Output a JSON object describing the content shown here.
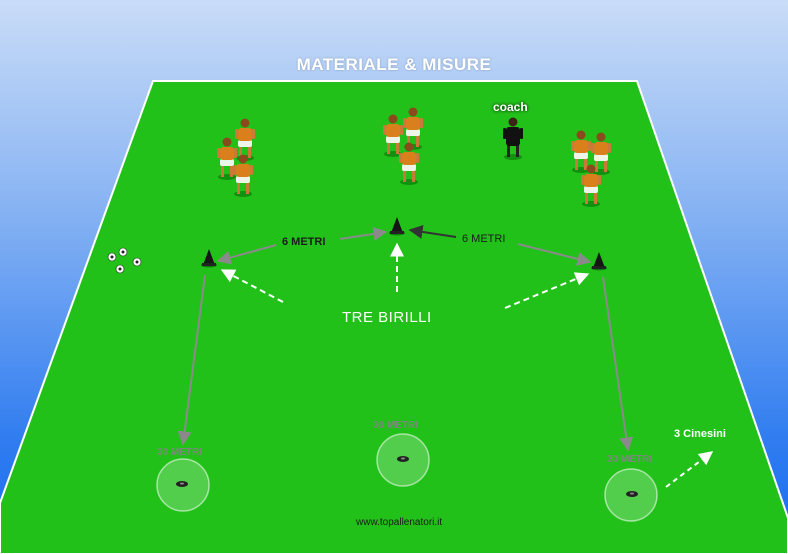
{
  "title": "MATERIALE  &  MISURE",
  "coach_label": "coach",
  "distance_left": "6 METRI",
  "distance_right": "6 METRI",
  "cones_label": "TRE  BIRILLI",
  "distance_30_left": "30 METRI",
  "distance_30_center": "30 METRI",
  "distance_30_right": "30 METRI",
  "markers_label": "3 Cinesini",
  "website": "www.topallenatori.it",
  "colors": {
    "field": "#22c11a",
    "field_line": "#ffffff",
    "player_shirt": "#d9801c",
    "player_shorts": "#eef5e8",
    "coach_kit": "#111111",
    "sky_top": "#c9dcf7",
    "sky_bottom": "#1a6cf0"
  },
  "icons": [
    "player-figure-icon",
    "coach-figure-icon",
    "cone-icon",
    "ball-icon",
    "marker-disc-icon",
    "arrow-icon"
  ]
}
